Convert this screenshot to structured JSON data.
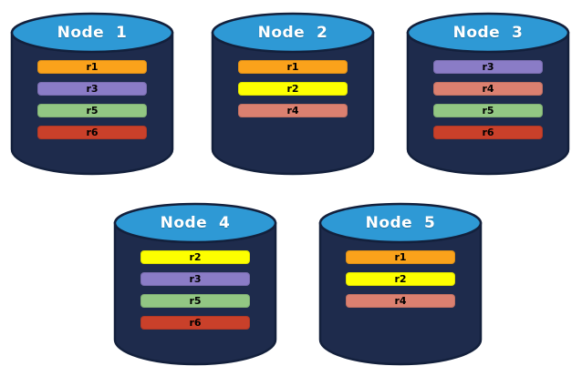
{
  "diagram": {
    "background_color": "#ffffff",
    "cylinder": {
      "body_color": "#1E2B4C",
      "outline_color": "#13203C",
      "top_color": "#2E99D5",
      "label_color": "#FFFFFF",
      "bar_text_color": "#000000"
    },
    "replica_colors": {
      "r1": "#FAA21B",
      "r2": "#FDFF00",
      "r3": "#8A7CC6",
      "r4": "#DB8070",
      "r5": "#92C783",
      "r6": "#C9402A"
    },
    "nodes": [
      {
        "label": "Node  1",
        "replicas": [
          "r1",
          "r3",
          "r5",
          "r6"
        ]
      },
      {
        "label": "Node  2",
        "replicas": [
          "r1",
          "r2",
          "r4"
        ]
      },
      {
        "label": "Node  3",
        "replicas": [
          "r3",
          "r4",
          "r5",
          "r6"
        ]
      },
      {
        "label": "Node  4",
        "replicas": [
          "r2",
          "r3",
          "r5",
          "r6"
        ]
      },
      {
        "label": "Node  5",
        "replicas": [
          "r1",
          "r2",
          "r4"
        ]
      }
    ]
  }
}
